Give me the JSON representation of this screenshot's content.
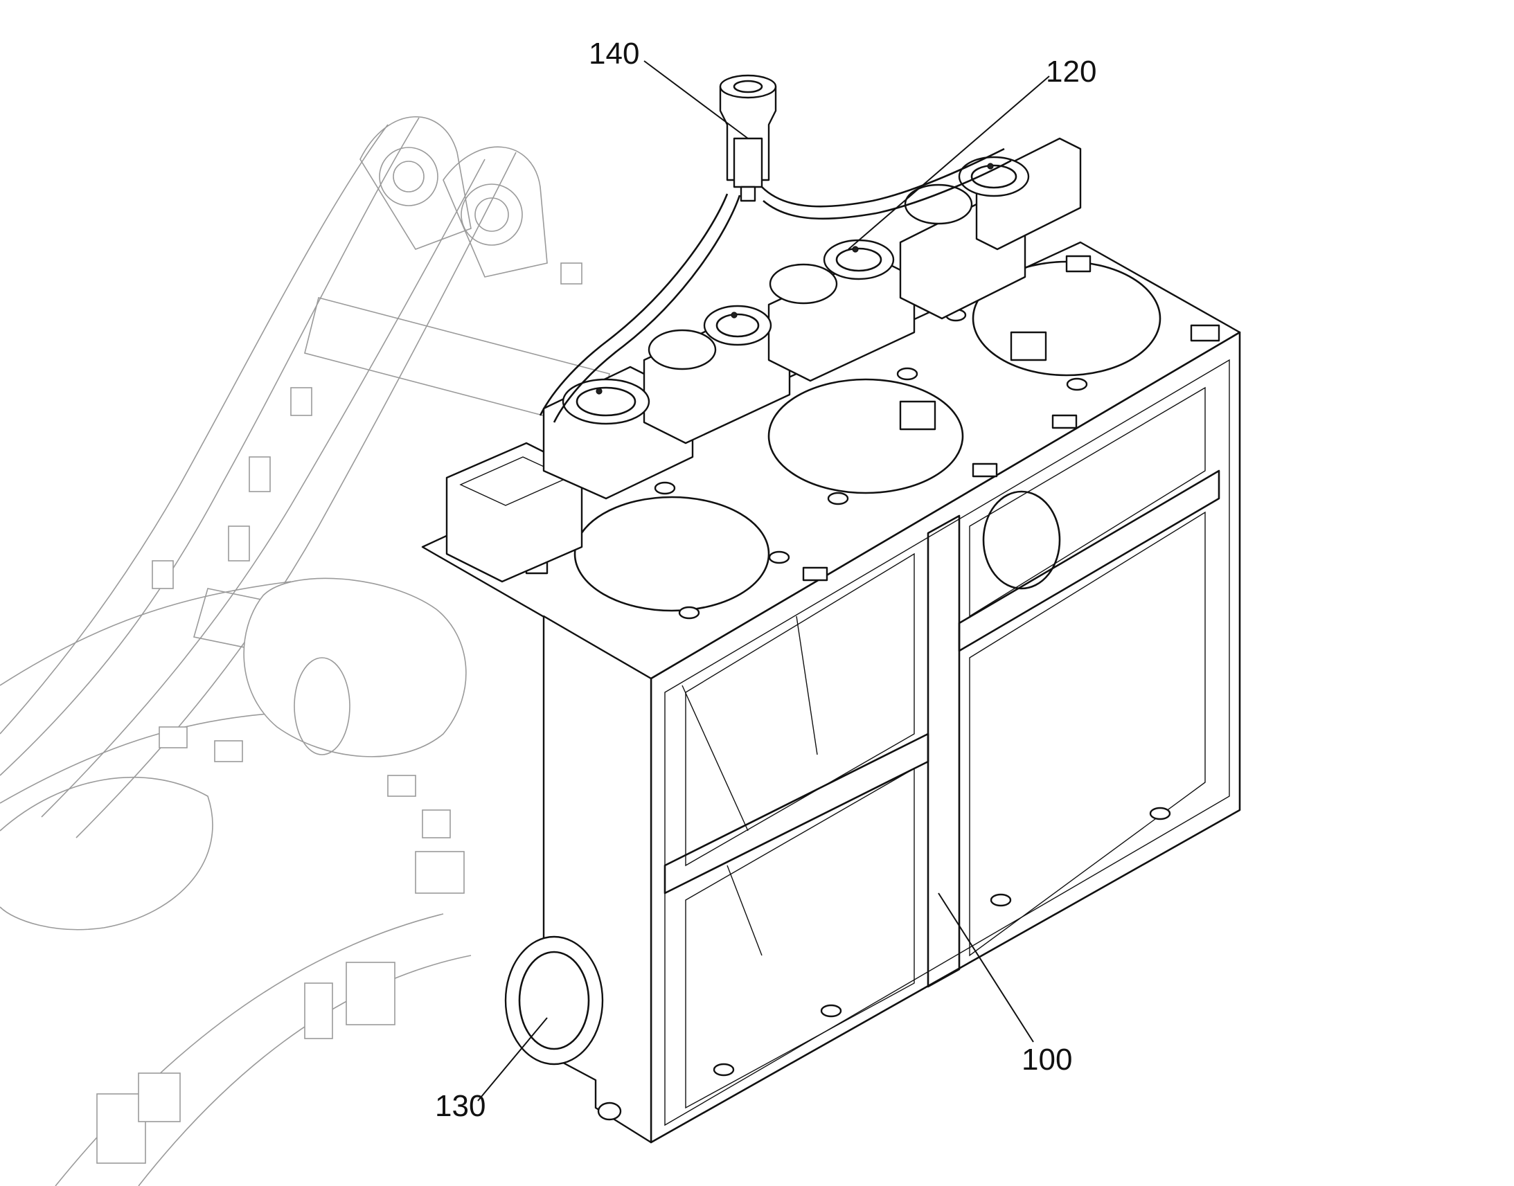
{
  "figure": {
    "reference_labels": [
      {
        "id": "140",
        "text": "140"
      },
      {
        "id": "120",
        "text": "120"
      },
      {
        "id": "100",
        "text": "100"
      },
      {
        "id": "130",
        "text": "130"
      }
    ]
  }
}
